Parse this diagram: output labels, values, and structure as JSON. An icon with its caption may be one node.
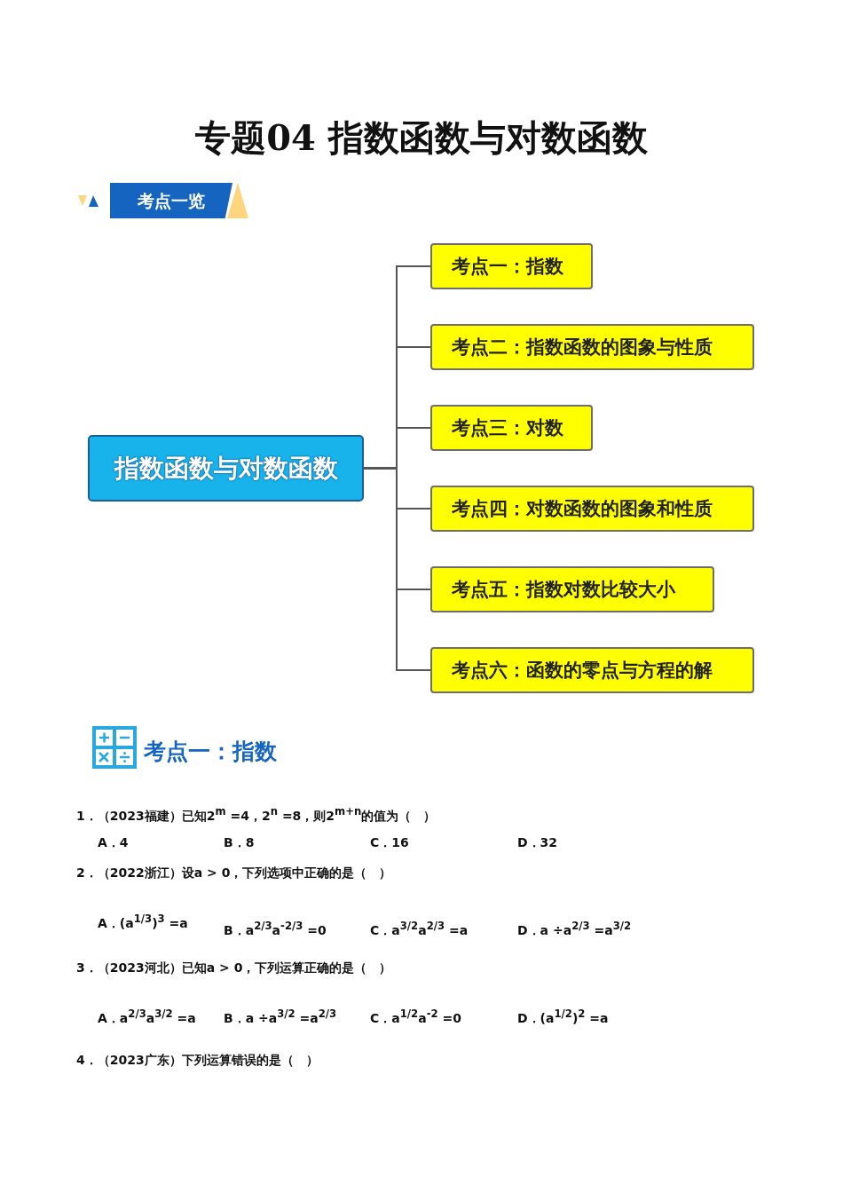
{
  "diagram": {
    "title": "专题04 指数函数与对数函数",
    "nodes": [
      {
        "text": [
          "指数函数与对数函数"
        ]
      },
      {
        "text": [
          "考点一：指数"
        ]
      },
      {
        "text": [
          "考点二：指数函数的图象与性质"
        ]
      },
      {
        "text": [
          "考点三：对数"
        ]
      },
      {
        "text": [
          "考点四：对数函数的图象和性质"
        ]
      },
      {
        "text": [
          "考点五：指数对数比较大小"
        ]
      },
      {
        "text": [
          "考点六：函数的零点与方程的解"
        ]
      }
    ],
    "edges": [
      {
        "from": 0,
        "to": 1,
        "arrow": "none"
      },
      {
        "from": 0,
        "to": 2,
        "arrow": "none"
      },
      {
        "from": 0,
        "to": 3,
        "arrow": "none"
      },
      {
        "from": 0,
        "to": 4,
        "arrow": "none"
      },
      {
        "from": 0,
        "to": 5,
        "arrow": "none"
      },
      {
        "from": 0,
        "to": 6,
        "arrow": "none"
      }
    ],
    "labels": [
      "考点一览",
      "考点一：指数",
      "1．（2023福建）已知2$^{m}$ =4，2$^{n}$ =8，则2$^{m+n}$的值为（　）",
      "A．4",
      "B．8",
      "C．16",
      "D．32",
      "2．（2022浙江）设a > 0，下列选项中正确的是（　）",
      "A．(a$^{1/3}$)$^{3}$ =a",
      "B．a$^{2/3}$a$^{-2/3}$ =0",
      "C．a$^{3/2}$a$^{2/3}$ =a",
      "D．a ÷a$^{2/3}$ =a$^{3/2}$",
      "3．（2023河北）已知a > 0，下列运算正确的是（　）",
      "A．a$^{2/3}$a$^{3/2}$ =a",
      "B．a ÷a$^{3/2}$ =a$^{2/3}$",
      "C．a$^{1/2}$a$^{-2}$ =0",
      "D．(a$^{1/2}$)$^{2}$ =a",
      "4．（2023广东）下列运算错误的是（　）"
    ]
  }
}
